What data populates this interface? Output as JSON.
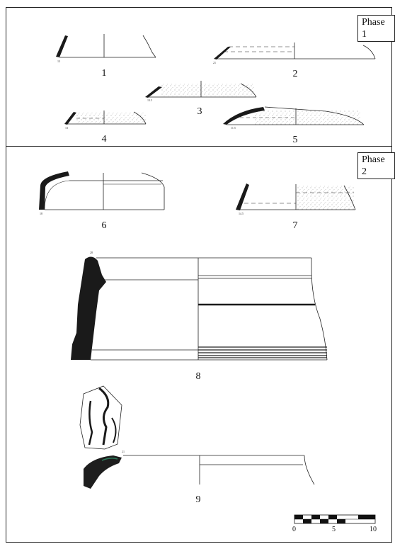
{
  "phases": {
    "phase1": "Phase 1",
    "phase2": "Phase 2"
  },
  "figures": [
    {
      "number": "1",
      "diameter": "13"
    },
    {
      "number": "2",
      "diameter": "21"
    },
    {
      "number": "3",
      "diameter": "13.5"
    },
    {
      "number": "4",
      "diameter": "13"
    },
    {
      "number": "5",
      "diameter": "11.5"
    },
    {
      "number": "6",
      "diameter": "18"
    },
    {
      "number": "7",
      "diameter": "14.5"
    },
    {
      "number": "8",
      "diameter": "28"
    },
    {
      "number": "9",
      "diameter": "21"
    }
  ],
  "scale_bar": {
    "labels": [
      "0",
      "5",
      "10"
    ]
  }
}
